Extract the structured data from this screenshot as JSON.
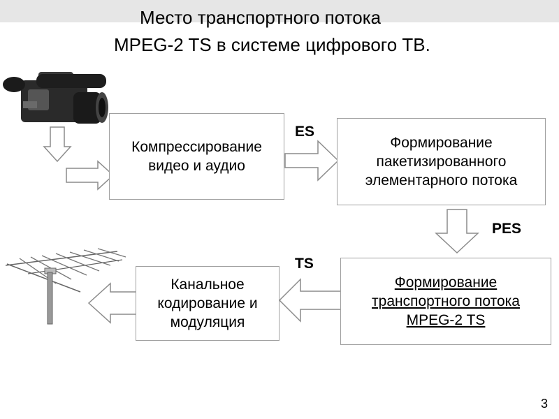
{
  "title": {
    "line1": "Место транспортного потока",
    "line2": "MPEG-2 TS в системе цифрового ТВ."
  },
  "blocks": {
    "compression": "Компрессирование\nвидео и аудио",
    "pes_forming": "Формирование\nпакетизированного\nэлементарного потока",
    "ts_forming": "Формирование\nтранспортного потока\nMPEG-2 TS",
    "channel_coding": "Канальное\nкодирование и\nмодуляция"
  },
  "labels": {
    "es": "ES",
    "pes": "PES",
    "ts": "TS"
  },
  "icons": {
    "source": "video-camera-icon",
    "output": "antenna-icon"
  },
  "page_number": "3",
  "colors": {
    "band": "#e6e6e6",
    "block_border": "#a0a0a0",
    "arrow_stroke": "#8c8c8c"
  }
}
